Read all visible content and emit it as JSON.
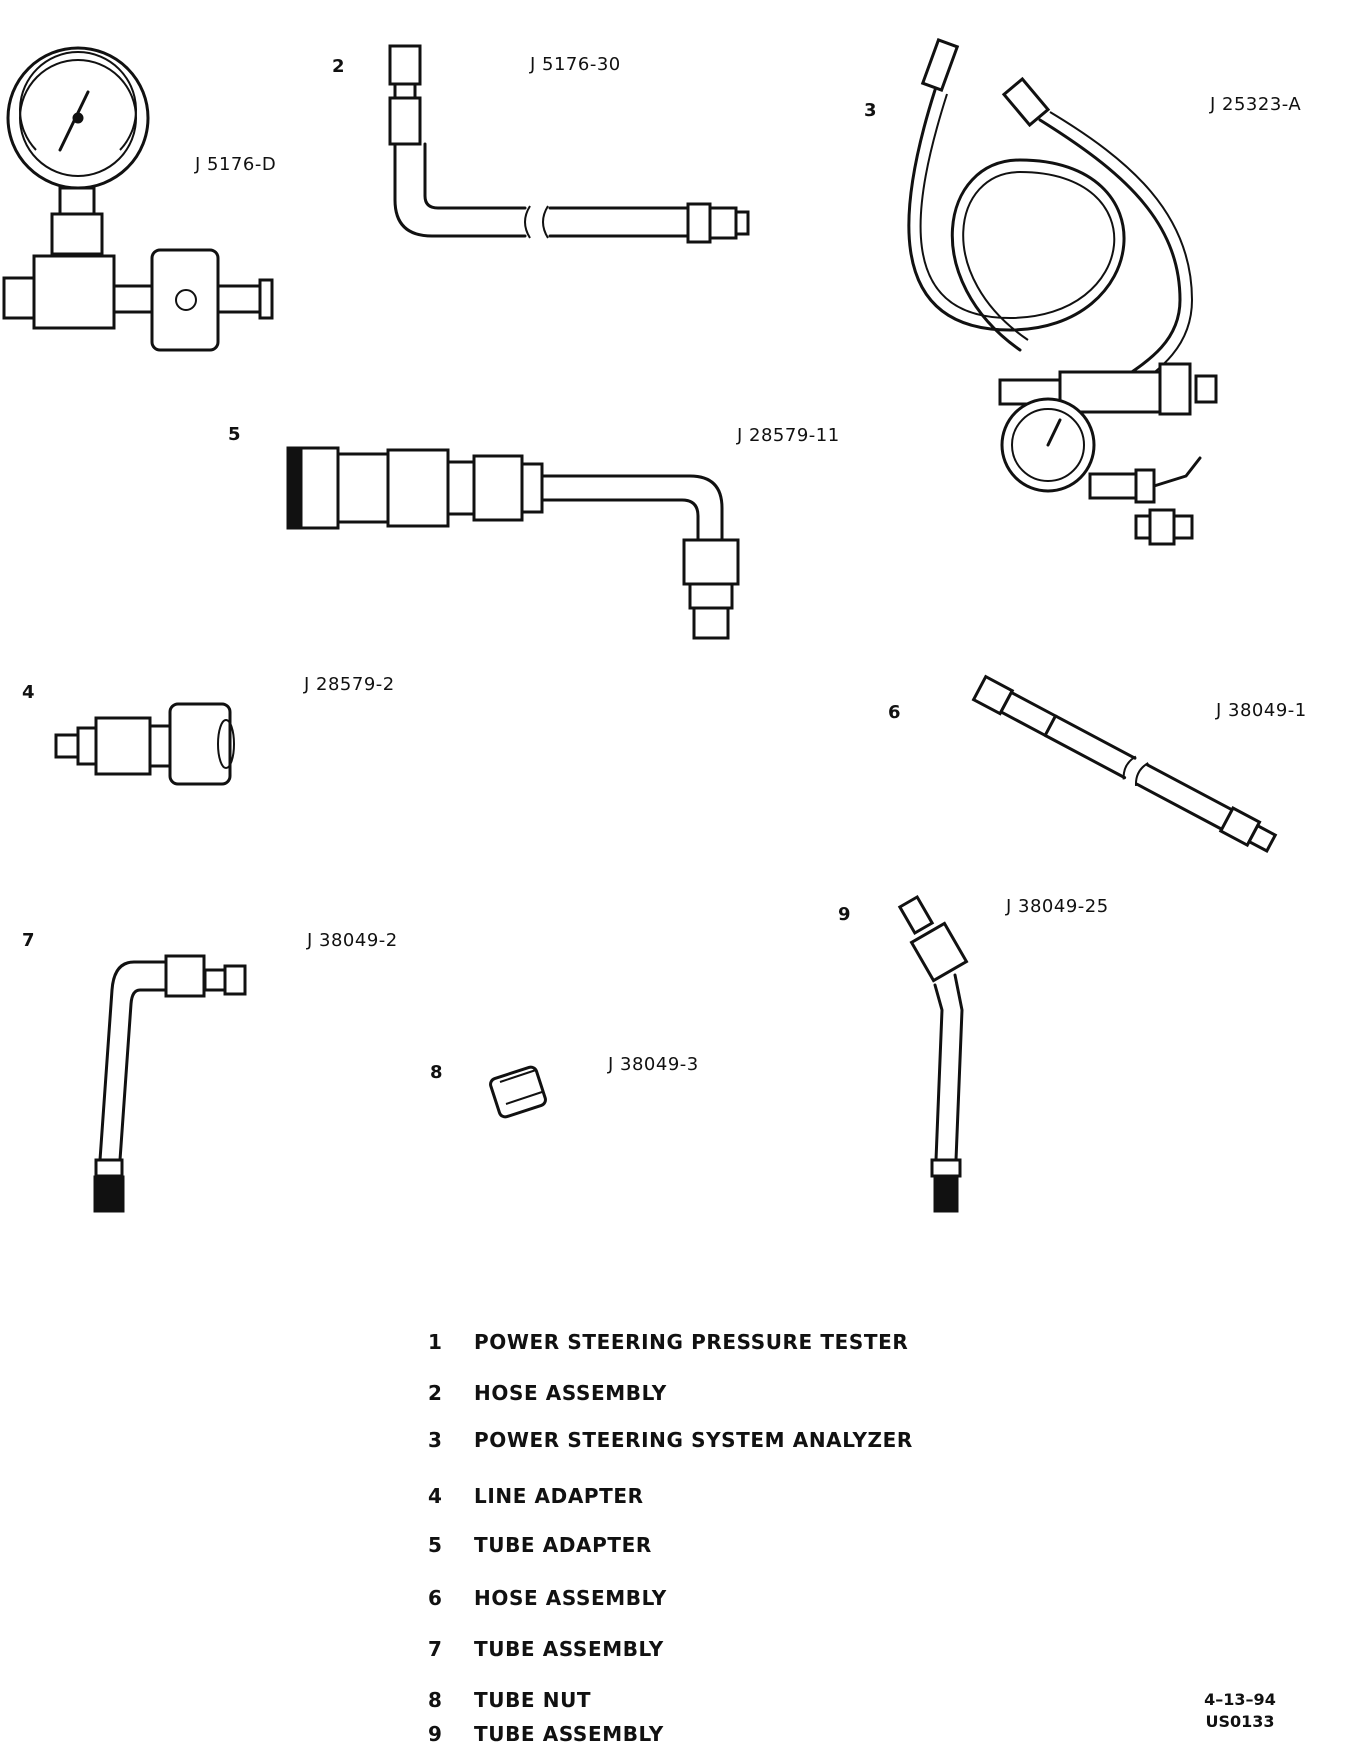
{
  "tools": [
    {
      "number": "",
      "tool_no": "J 5176-D"
    },
    {
      "number": "2",
      "tool_no": "J 5176-30"
    },
    {
      "number": "3",
      "tool_no": "J 25323-A"
    },
    {
      "number": "4",
      "tool_no": "J 28579-2"
    },
    {
      "number": "5",
      "tool_no": "J 28579-11"
    },
    {
      "number": "6",
      "tool_no": "J 38049-1"
    },
    {
      "number": "7",
      "tool_no": "J 38049-2"
    },
    {
      "number": "8",
      "tool_no": "J 38049-3"
    },
    {
      "number": "9",
      "tool_no": "J 38049-25"
    }
  ],
  "legend": [
    {
      "number": "1",
      "name": "POWER STEERING PRESSURE TESTER"
    },
    {
      "number": "2",
      "name": "HOSE ASSEMBLY"
    },
    {
      "number": "3",
      "name": "POWER STEERING SYSTEM ANALYZER"
    },
    {
      "number": "4",
      "name": "LINE ADAPTER"
    },
    {
      "number": "5",
      "name": "TUBE ADAPTER"
    },
    {
      "number": "6",
      "name": "HOSE ASSEMBLY"
    },
    {
      "number": "7",
      "name": "TUBE ASSEMBLY"
    },
    {
      "number": "8",
      "name": "TUBE NUT"
    },
    {
      "number": "9",
      "name": "TUBE ASSEMBLY"
    }
  ],
  "footer": {
    "date": "4–13–94",
    "code": "US0133"
  }
}
